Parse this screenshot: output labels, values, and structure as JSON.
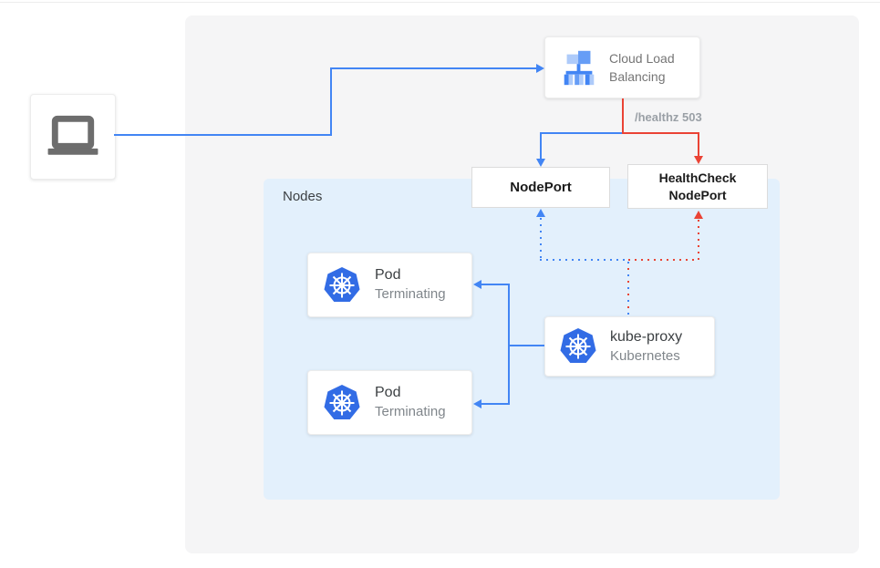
{
  "nodes_panel": {
    "label": "Nodes"
  },
  "cards": {
    "client": {
      "icon": "laptop-icon"
    },
    "cloud_load_balancing": {
      "label": "Cloud Load Balancing",
      "icon": "load-balancer-icon"
    },
    "nodeport": {
      "label": "NodePort"
    },
    "healthcheck_nodeport": {
      "label": "HealthCheck NodePort"
    },
    "pods": [
      {
        "title": "Pod",
        "subtitle": "Terminating",
        "icon": "kubernetes-icon"
      },
      {
        "title": "Pod",
        "subtitle": "Terminating",
        "icon": "kubernetes-icon"
      }
    ],
    "kube_proxy": {
      "title": "kube-proxy",
      "subtitle": "Kubernetes",
      "icon": "kubernetes-icon"
    }
  },
  "edges": {
    "healthz_label": "/healthz 503"
  },
  "colors": {
    "blue": "#4285f4",
    "red": "#ea4335",
    "kubernetes_blue": "#326ce5",
    "lb_light": "#aecbfa",
    "lb_mid": "#669df6",
    "lb_dark": "#4285f4",
    "laptop_gray": "#6d6d6d",
    "nodes_bg": "#e3f0fc",
    "panel_bg": "#f5f5f6"
  }
}
